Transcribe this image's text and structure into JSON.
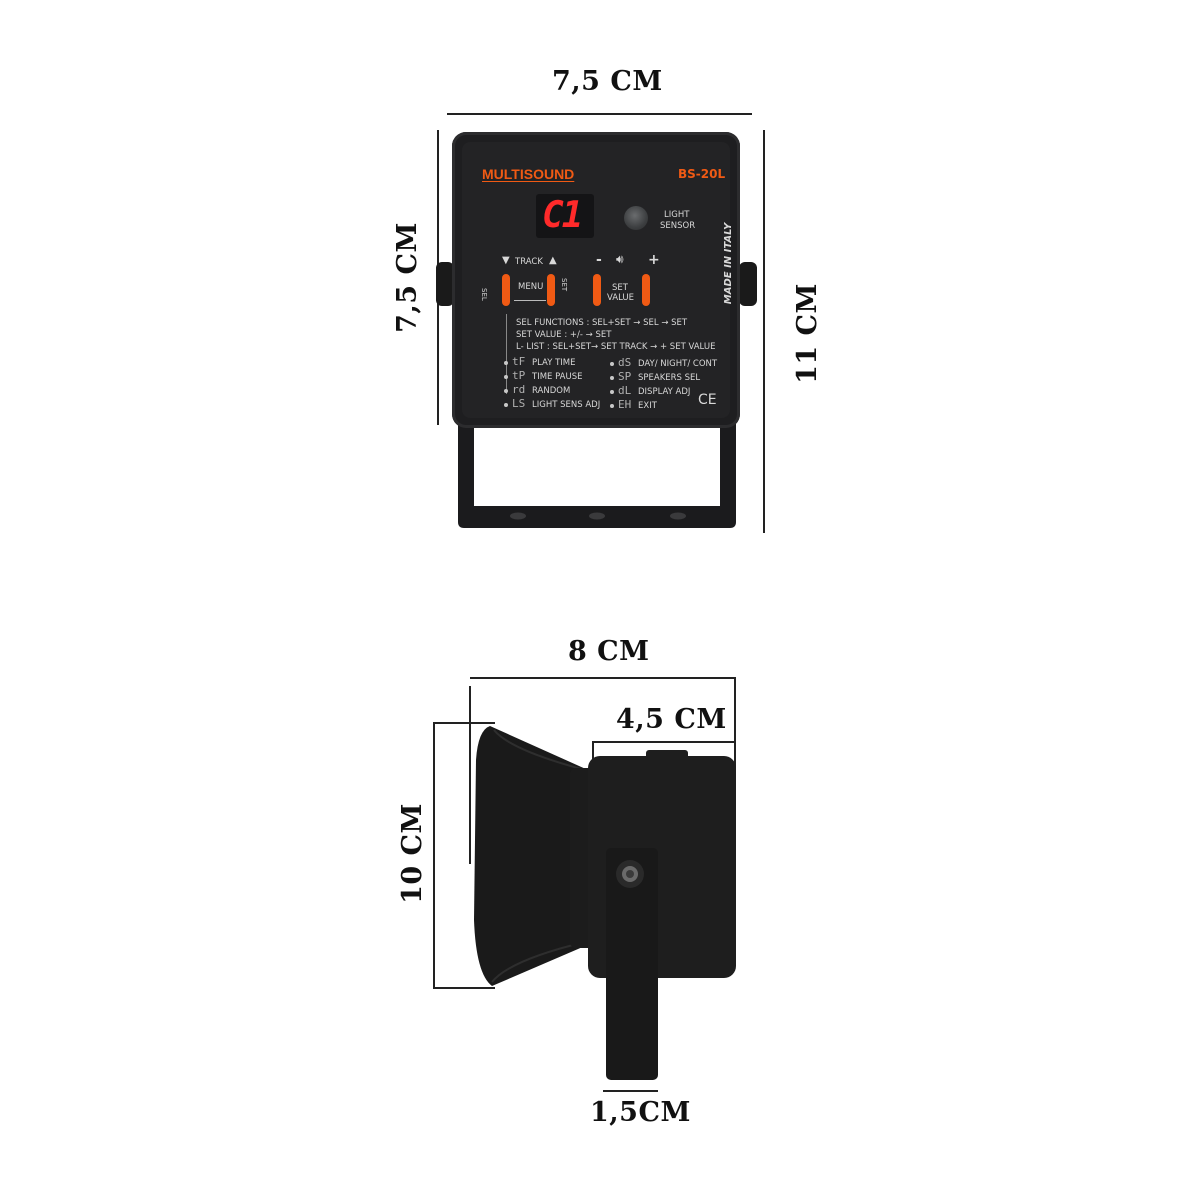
{
  "dimensions": {
    "top_width": "7,5 CM",
    "top_height_left": "7,5 CM",
    "top_height_right": "11 CM",
    "side_width": "8 CM",
    "side_box_width": "4,5 CM",
    "side_height": "10 CM",
    "side_bracket_width": "1,5CM"
  },
  "device": {
    "brand": "MULTISOUND",
    "model": "BS-20L",
    "display": "C1",
    "light_sensor": [
      "LIGHT",
      "SENSOR"
    ],
    "made_in": "MADE IN ITALY",
    "track": "TRACK",
    "menu": "MENU",
    "sel": "SEL",
    "set": "SET",
    "minus": "-",
    "plus": "+",
    "set_value": [
      "SET",
      "VALUE"
    ],
    "instructions": [
      "SEL FUNCTIONS : SEL+SET → SEL → SET",
      "SET VALUE : +/-  → SET",
      "L- LIST : SEL+SET→ SET TRACK → + SET VALUE"
    ],
    "functions_left": [
      {
        "code": "tF",
        "label": "PLAY TIME"
      },
      {
        "code": "tP",
        "label": "TIME PAUSE"
      },
      {
        "code": "rd",
        "label": "RANDOM"
      },
      {
        "code": "LS",
        "label": "LIGHT SENS ADJ"
      }
    ],
    "functions_right": [
      {
        "code": "dS",
        "label": "DAY/ NIGHT/ CONT"
      },
      {
        "code": "SP",
        "label": "SPEAKERS SEL"
      },
      {
        "code": "dL",
        "label": "DISPLAY ADJ"
      },
      {
        "code": "EH",
        "label": "EXIT"
      }
    ],
    "ce_mark": "CE"
  },
  "colors": {
    "accent_orange": "#f05a14",
    "display_red": "#ff2a2a",
    "body_black": "#1e1e20"
  }
}
